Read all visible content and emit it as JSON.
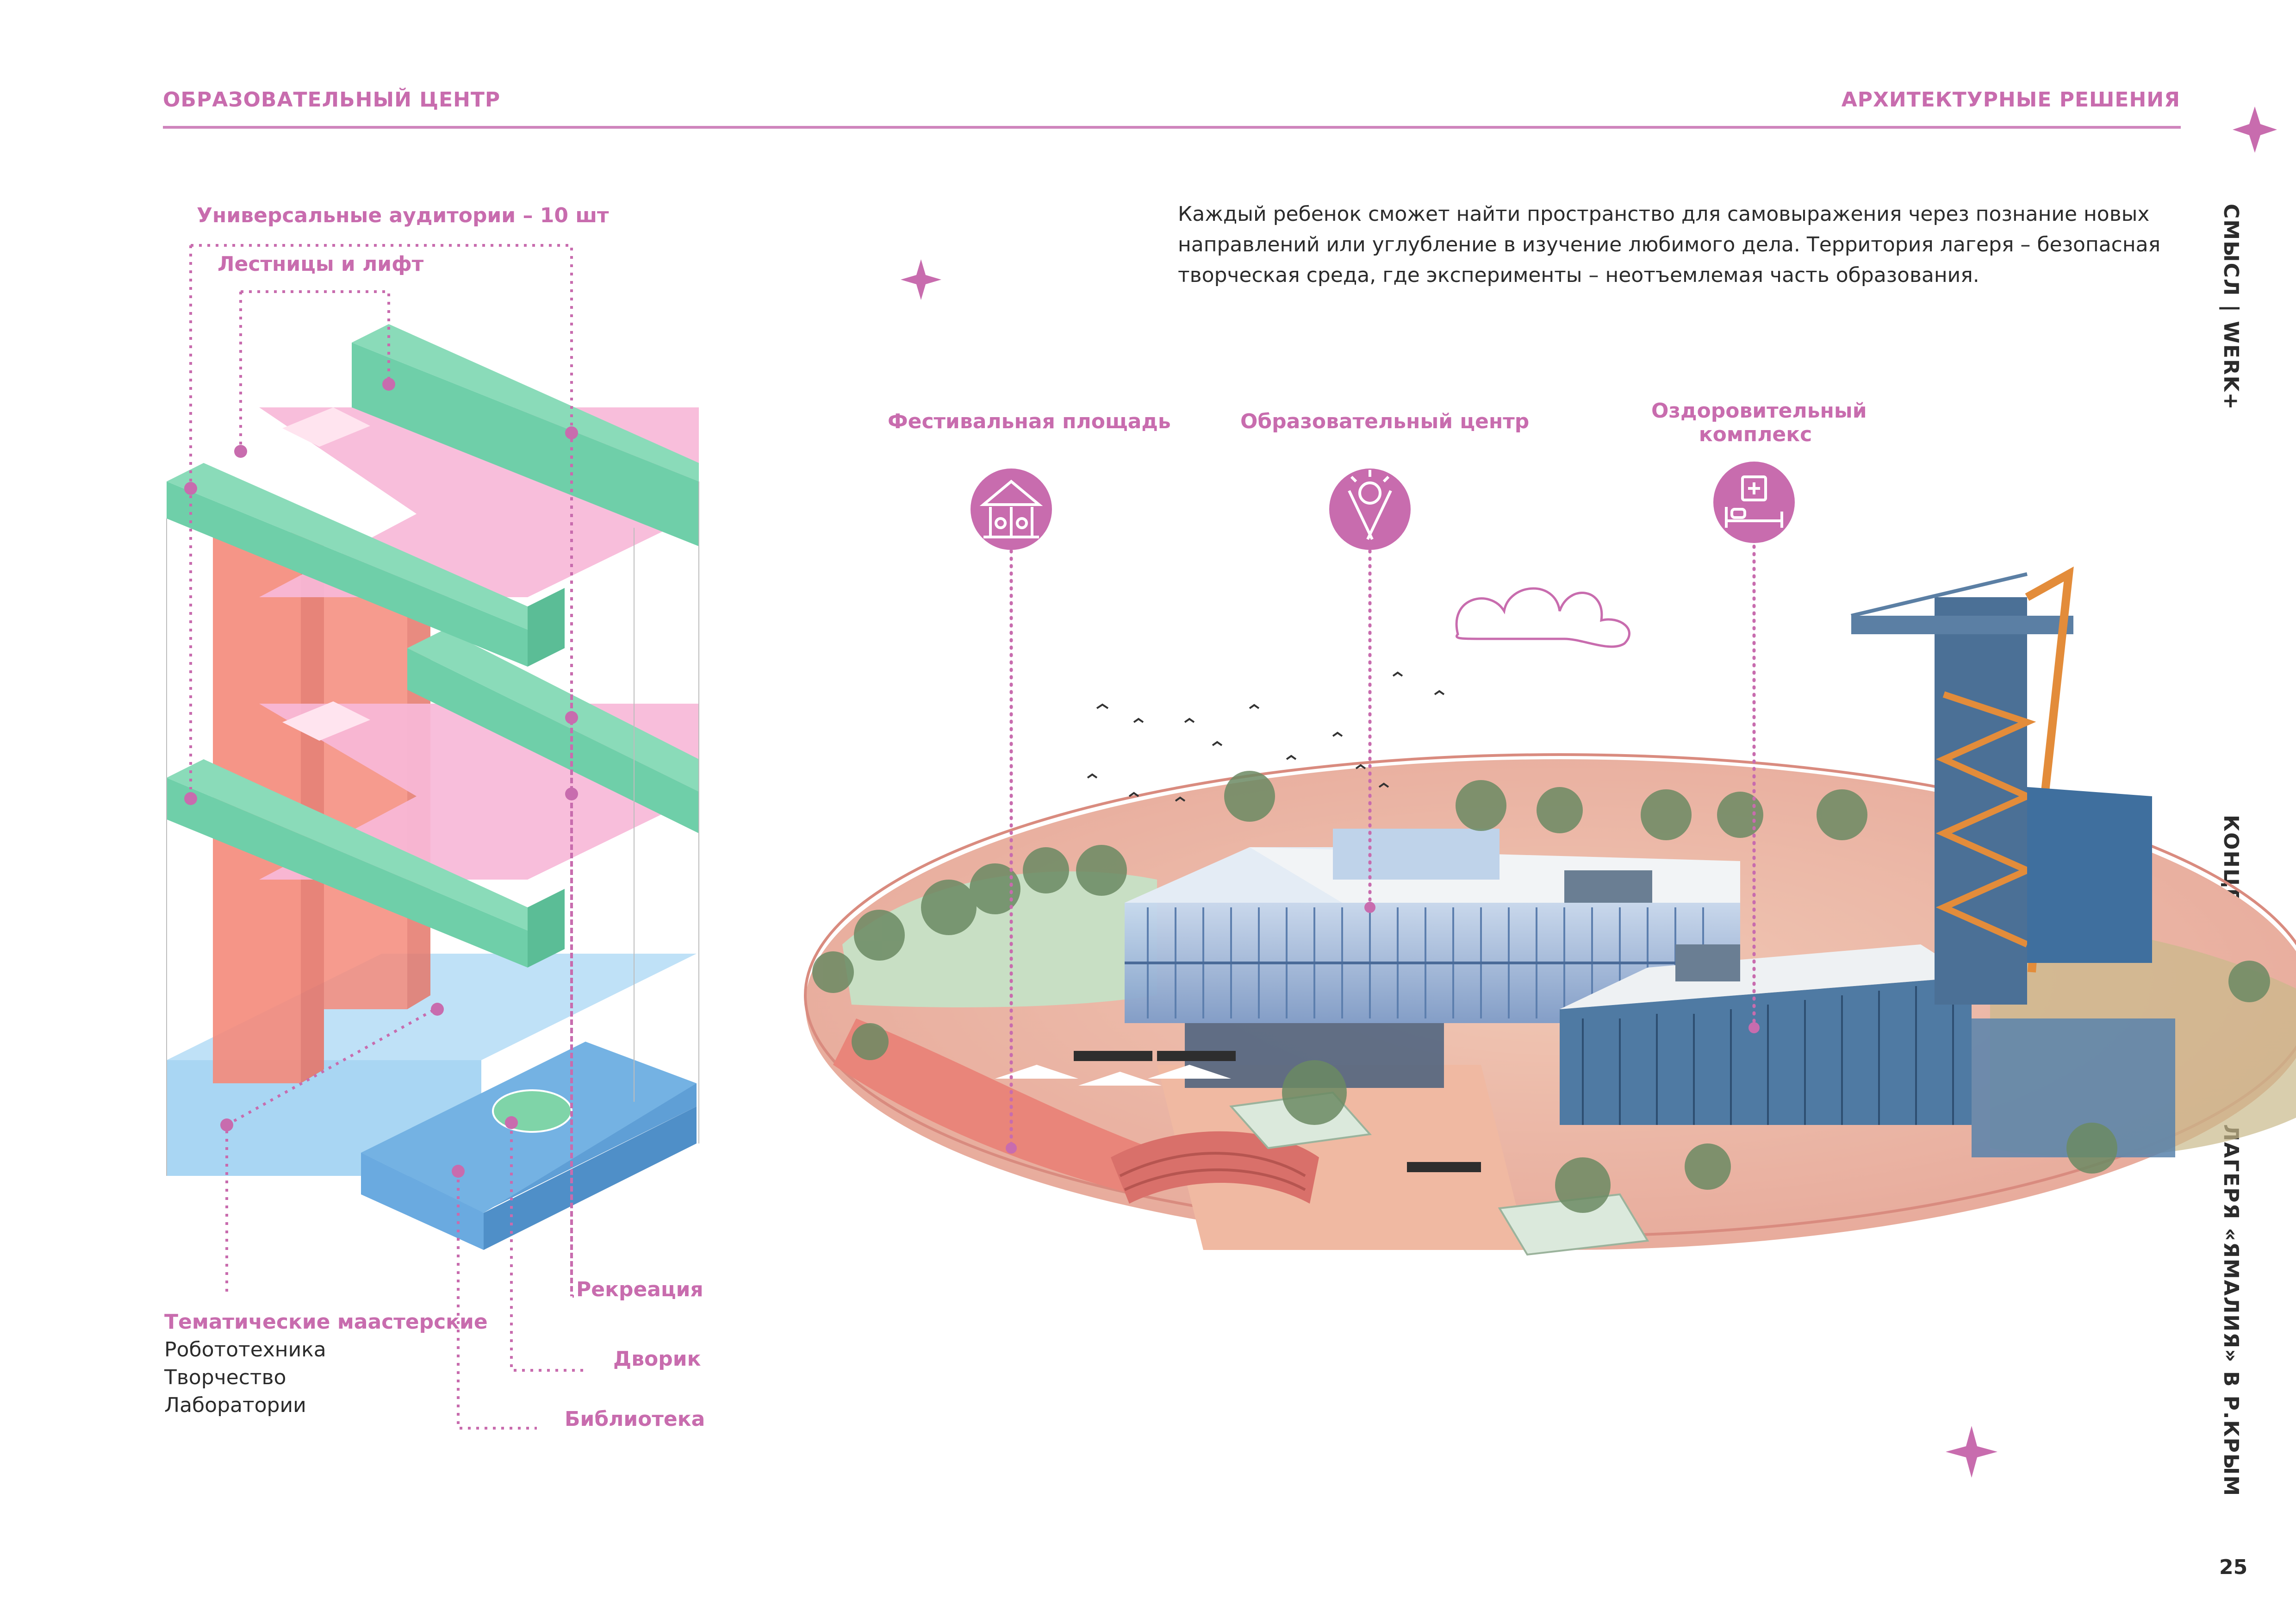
{
  "header": {
    "left_title": "ОБРАЗОВАТЕЛЬНЫЙ ЦЕНТР",
    "right_title": "АРХИТЕКТУРНЫЕ РЕШЕНИЯ"
  },
  "side": {
    "top_label": "СМЫСЛ | WERK+",
    "main_label": "КОНЦЕПЦИЯ ДЕТСКОГО ЛАГЕРЯ «ЯМАЛИЯ» В Р.КРЫМ",
    "page_number": "25"
  },
  "intro_text": "Каждый ребенок сможет найти пространство для самовыражения через познание новых направлений или углубление в изучение любимого дела. Территория лагеря – безопасная творческая среда, где эксперименты – неотъемлемая часть образования.",
  "axon_labels": {
    "auditoriums": "Универсальные аудитории – 10 шт",
    "stairs": "Лестницы и лифт",
    "workshops_title": "Тематические маастерские",
    "workshops_items": [
      "Робототехника",
      "Творчество",
      "Лаборатории"
    ],
    "recreation": "Рекреация",
    "courtyard": "Дворик",
    "library": "Библиотека"
  },
  "zones": [
    {
      "label": "Фестивальная площадь",
      "icon": "carousel-icon"
    },
    {
      "label": "Образовательный центр",
      "icon": "creativity-icon"
    },
    {
      "label_line1": "Оздоровительный",
      "label_line2": "комплекс",
      "icon": "medical-bed-icon"
    }
  ],
  "colors": {
    "accent": "#c86cae",
    "green": "#6fcfa9",
    "pink": "#f7b8d8",
    "salmon": "#f4897a",
    "light_blue": "#8cc8ee",
    "blue": "#62a6dc"
  }
}
